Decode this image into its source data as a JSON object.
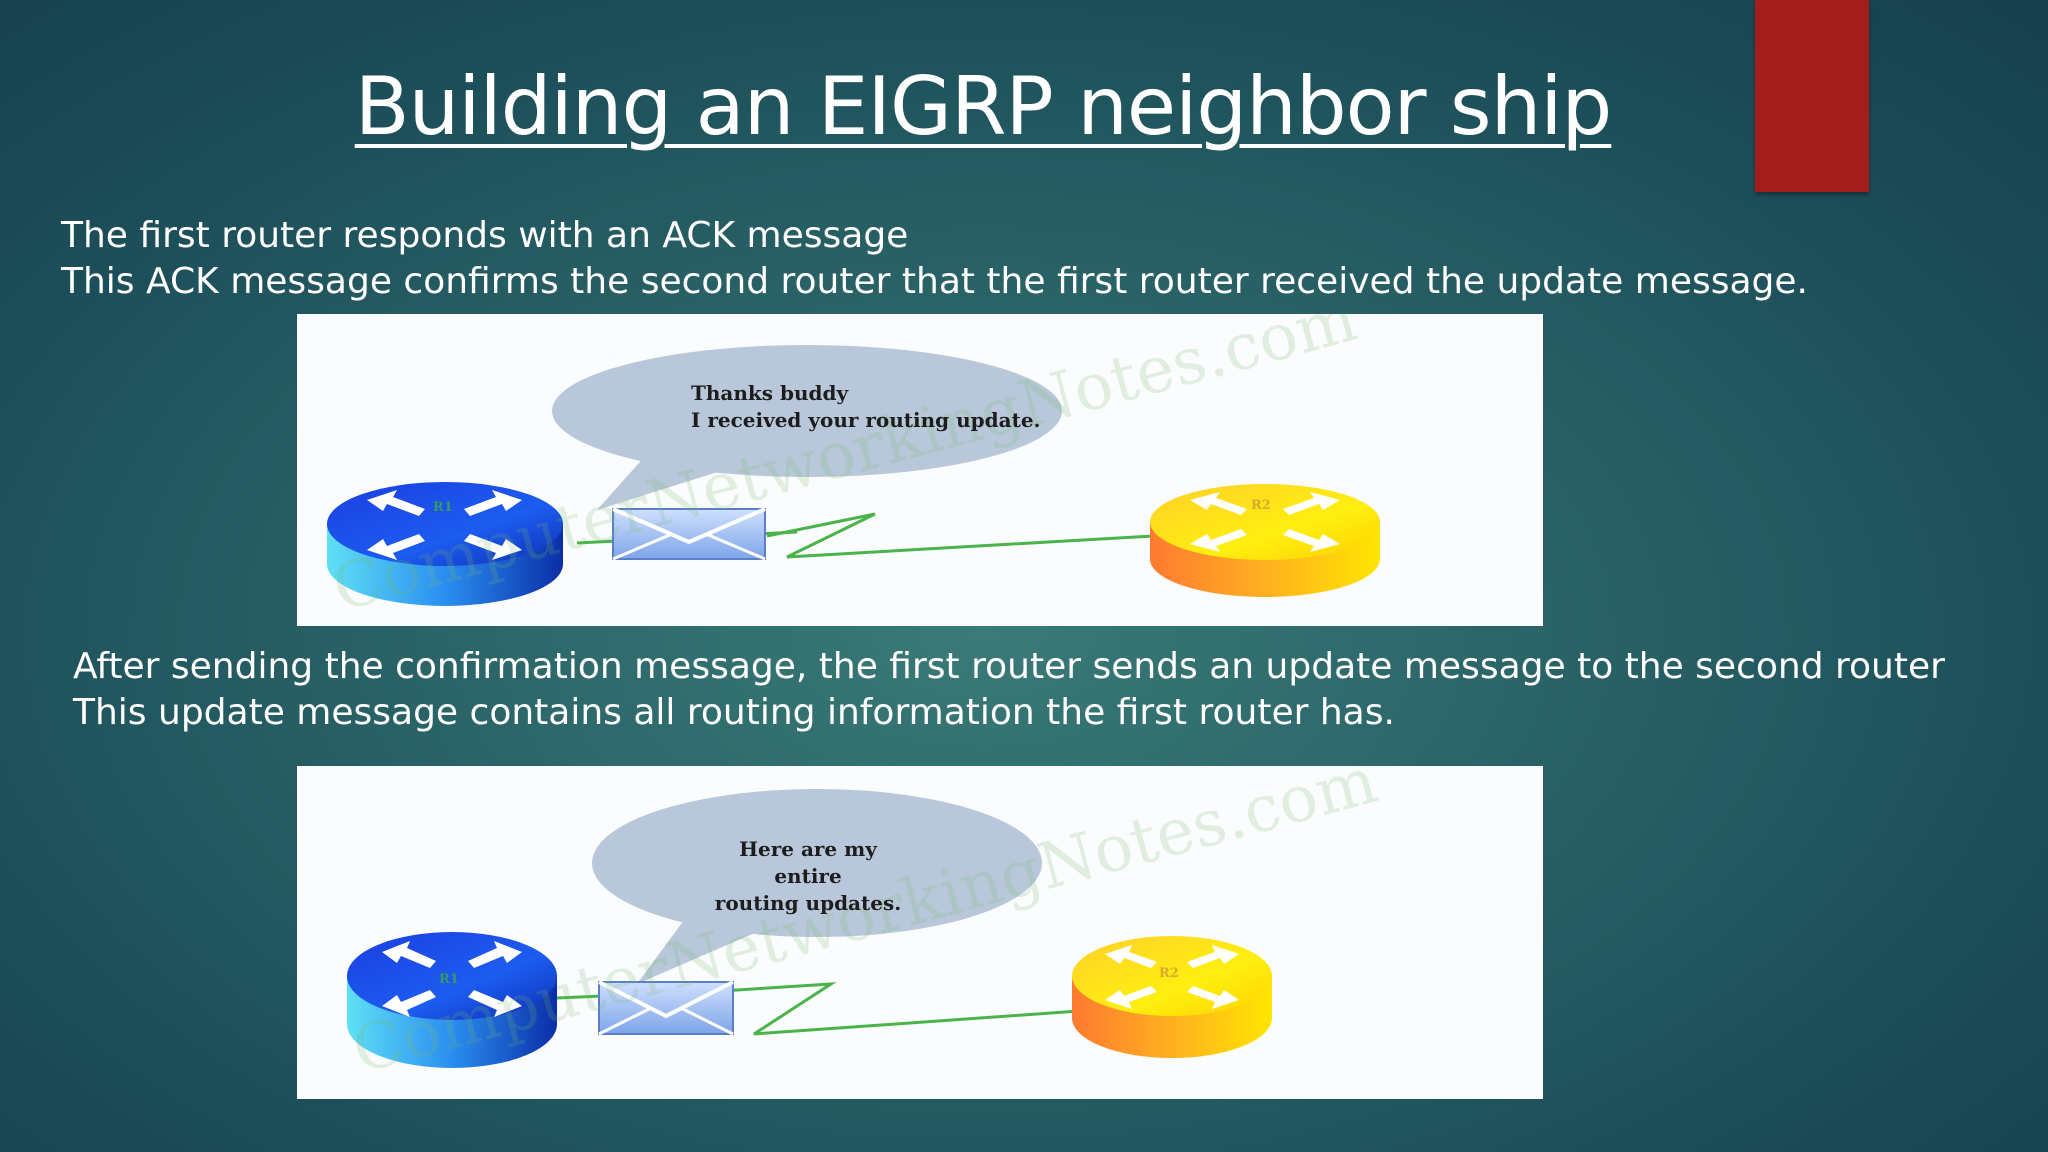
{
  "slide": {
    "title": "Building an EIGRP neighbor ship",
    "accent_color": "#a51c1c"
  },
  "paragraph1": {
    "line1": "The first router responds with an ACK message",
    "line2": "This ACK message confirms the second router that the first router received the update message."
  },
  "paragraph2": {
    "line1": "After sending the confirmation message, the first router sends an update message to the second router",
    "line2": "This update message contains all routing information the first router has."
  },
  "diagram1": {
    "bubble_line1": "Thanks buddy",
    "bubble_line2": "I received your routing update.",
    "router_left_label": "R1",
    "router_right_label": "R2",
    "watermark": "ComputerNetworkingNotes.com"
  },
  "diagram2": {
    "bubble_line1": "Here are my entire",
    "bubble_line2": "routing updates.",
    "router_left_label": "R1",
    "router_right_label": "R2",
    "watermark": "ComputerNetworkingNotes.com"
  }
}
